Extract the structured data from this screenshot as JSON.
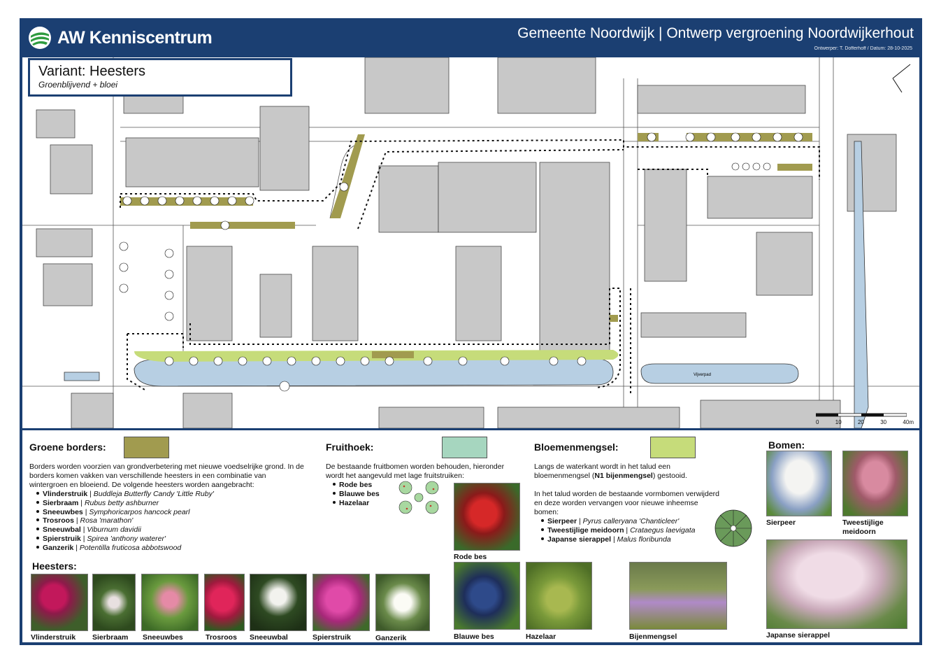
{
  "header": {
    "brand": "AW Kenniscentrum",
    "project_title": "Gemeente Noordwijk | Ontwerp vergroening Noordwijkerhout",
    "meta": "Ontwerper: T. Dofferhoff  /  Datum: 28-10-2025"
  },
  "variant": {
    "title": "Variant: Heesters",
    "subtitle": "Groenblijvend + bloei"
  },
  "scale": {
    "ticks": [
      "0",
      "10",
      "20",
      "30",
      "40m"
    ]
  },
  "map_labels": {
    "pond": "Vijverpad"
  },
  "colors": {
    "groene_borders": "#a19b4f",
    "fruithoek": "#a6d6bf",
    "bloemenmengsel": "#c6dc7a",
    "brand_blue": "#1b3f72",
    "water": "#b7cfe3",
    "building": "#c8c8c8"
  },
  "groene_borders": {
    "title": "Groene borders:",
    "intro": "Borders worden voorzien van grondverbetering met nieuwe voedselrijke grond. In de borders komen vakken van verschillende heesters in een combinatie van wintergroen en bloeiend. De volgende heesters worden aangebracht:",
    "items": [
      {
        "name": "Vlinderstruik",
        "latin": "Buddleja Butterfly Candy 'Little Ruby'"
      },
      {
        "name": "Sierbraam",
        "latin": "Rubus betty ashburner"
      },
      {
        "name": "Sneeuwbes",
        "latin": "Symphoricarpos hancock pearl"
      },
      {
        "name": "Trosroos",
        "latin": "Rosa 'marathon'"
      },
      {
        "name": "Sneeuwbal",
        "latin": "Viburnum davidii"
      },
      {
        "name": "Spierstruik",
        "latin": "Spirea 'anthony waterer'"
      },
      {
        "name": "Ganzerik",
        "latin": "Potentilla fruticosa abbotswood"
      }
    ]
  },
  "heesters": {
    "title": "Heesters:",
    "photos": [
      "Vlinderstruik",
      "Sierbraam",
      "Sneeuwbes",
      "Trosroos",
      "Sneeuwbal",
      "Spierstruik",
      "Ganzerik"
    ]
  },
  "fruithoek": {
    "title": "Fruithoek:",
    "intro": "De bestaande fruitbomen worden behouden, hieronder wordt het aangevuld met lage fruitstruiken:",
    "items": [
      "Rode bes",
      "Blauwe bes",
      "Hazelaar"
    ],
    "photos": [
      "Rode bes",
      "Blauwe bes",
      "Hazelaar"
    ]
  },
  "bloemenmengsel": {
    "title": "Bloemenmengsel:",
    "intro_a": "Langs de waterkant wordt in het talud een bloemenmengsel (",
    "intro_b": "N1 bijenmengsel",
    "intro_c": ") gestooid.",
    "trees_intro": "In het talud worden de bestaande vormbomen verwijderd en deze worden vervangen voor nieuwe inheemse bomen:",
    "items": [
      {
        "name": "Sierpeer",
        "latin": "Pyrus calleryana 'Chanticleer'"
      },
      {
        "name": "Tweestijlige meidoorn",
        "latin": "Crataegus laevigata"
      },
      {
        "name": "Japanse sierappel",
        "latin": "Malus floribunda"
      }
    ],
    "photo": "Bijenmengsel"
  },
  "bomen": {
    "title": "Bomen:",
    "photos": [
      "Sierpeer",
      "Tweestijlige meidoorn",
      "Japanse sierappel"
    ]
  }
}
